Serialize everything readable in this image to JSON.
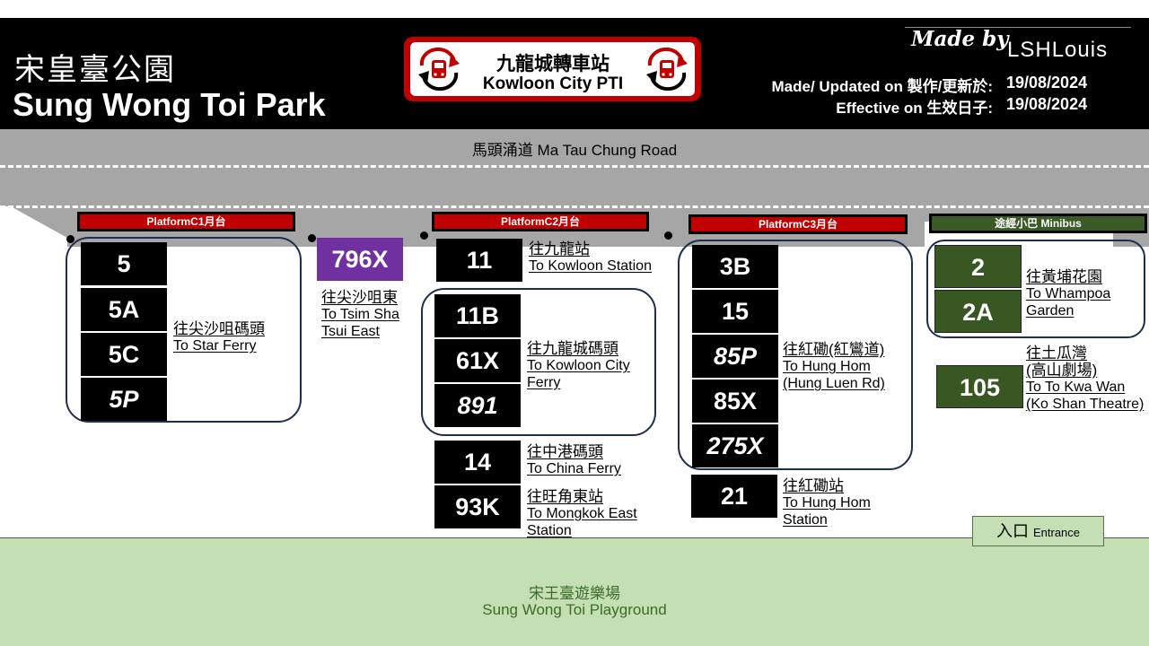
{
  "header": {
    "title_zh": "宋皇臺公園",
    "title_en": "Sung Wong Toi Park",
    "pti_zh": "九龍城轉車站",
    "pti_en": "Kowloon City PTI",
    "made_by": "Made by",
    "made_by_name": "LSHLouis",
    "updated_label": "Made/ Updated on 製作/更新於:",
    "updated_value": "19/08/2024",
    "effective_label": "Effective on 生效日子:",
    "effective_value": "19/08/2024"
  },
  "road": {
    "name": "馬頭涌道 Ma Tau Chung Road"
  },
  "platforms": {
    "c1": "PlatformC1月台",
    "c2": "PlatformC2月台",
    "c3": "PlatformC3月台",
    "minibus": "途經小巴 Minibus"
  },
  "c1": {
    "routes": [
      "5",
      "5A",
      "5C",
      "5P"
    ],
    "dest_zh": "往尖沙咀碼頭",
    "dest_en": "To Star Ferry",
    "extra_route": "796X",
    "extra_dest_zh": "往尖沙咀東",
    "extra_dest_en1": "To Tsim Sha",
    "extra_dest_en2": "Tsui East"
  },
  "c2": {
    "r11": "11",
    "r11_zh": "往九龍站",
    "r11_en": "To Kowloon Station",
    "group_routes": [
      "11B",
      "61X",
      "891"
    ],
    "group_zh": "往九龍城碼頭",
    "group_en1": "To Kowloon City",
    "group_en2": "Ferry",
    "r14": "14",
    "r14_zh": "往中港碼頭",
    "r14_en": "To China Ferry",
    "r93k": "93K",
    "r93k_zh": "往旺角東站",
    "r93k_en1": "To Mongkok East",
    "r93k_en2": "Station"
  },
  "c3": {
    "group_routes": [
      "3B",
      "15",
      "85P",
      "85X",
      "275X"
    ],
    "group_zh": "往紅磡(紅鸞道)",
    "group_en1": "To Hung Hom",
    "group_en2": "(Hung Luen Rd)",
    "r21": "21",
    "r21_zh": "往紅磡站",
    "r21_en1": "To Hung Hom",
    "r21_en2": "Station"
  },
  "minibus": {
    "routes": [
      "2",
      "2A"
    ],
    "dest_zh": "往黃埔花園",
    "dest_en1": "To Whampoa",
    "dest_en2": "Garden",
    "r105": "105",
    "r105_zh1": "往土瓜灣",
    "r105_zh2": "(高山劇場)",
    "r105_en1": "To To Kwa Wan",
    "r105_en2": "(Ko Shan Theatre)"
  },
  "entrance": {
    "zh": "入口",
    "en": "Entrance"
  },
  "playground": {
    "zh": "宋王臺遊樂場",
    "en": "Sung Wong Toi Playground"
  },
  "colors": {
    "platform_red": "#c00000",
    "minibus_green": "#385723",
    "purple_route": "#7030a0",
    "playground": "#c4dfb3"
  },
  "icons": {
    "pti": "bus-interchange-icon"
  }
}
